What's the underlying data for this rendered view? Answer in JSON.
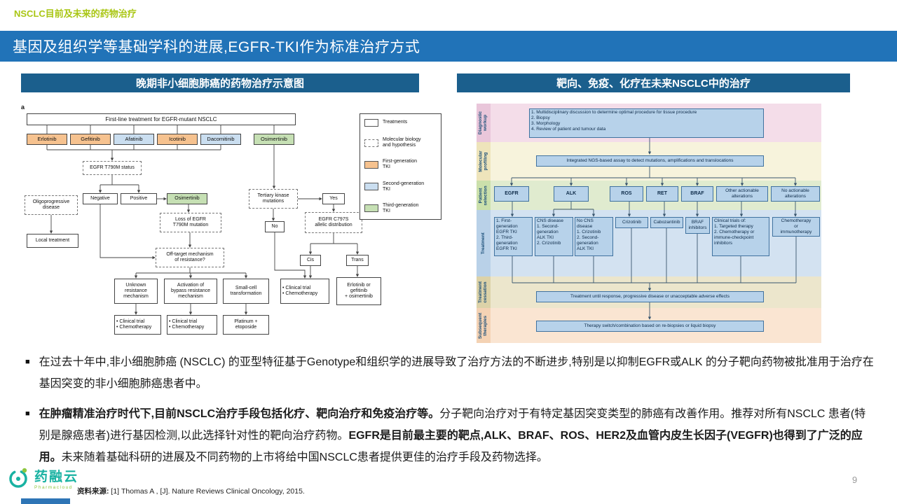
{
  "slide": {
    "eyebrow": "NSCLC目前及未来的药物治疗",
    "title": "基因及组织学等基础学科的进展,EGFR-TKI作为标准治疗方式",
    "page_number": "9"
  },
  "colors": {
    "header_blue": "#2173b8",
    "panel_header_blue": "#1b5f8d",
    "eyebrow_green": "#a9c613",
    "first_gen_tki": "#f6c28f",
    "second_gen_tki": "#cadef0",
    "third_gen_tki": "#c6e0b4",
    "logo_teal": "#19b2a2"
  },
  "left": {
    "title": "晚期非小细胞肺癌的药物治疗示意图",
    "fig_label": "a",
    "first_line": "First-line treatment for EGFR-mutant NSCLC",
    "drug1": "Erlotinib",
    "drug2": "Gefitinib",
    "drug3": "Afatinib",
    "drug4": "Icotinib",
    "drug5": "Dacomitinib",
    "drug6": "Osimertinib",
    "t790m": "EGFR T790M status",
    "negative": "Negative",
    "positive": "Positive",
    "osimertinib": "Osimertinib",
    "oligo": "Oligoprogressive\ndisease",
    "local": "Local treatment",
    "loss": "Loss of EGFR\nT790M mutation",
    "tertiary": "Tertiary kinase\nmutations",
    "yes": "Yes",
    "no": "No",
    "c797s": "EGFR C797S\nallelic distribution",
    "offtarget": "Off-target mechanism\nof resistance?",
    "cis": "Cis",
    "trans": "Trans",
    "unknown": "Unknown\nresistance\nmechanism",
    "bypass": "Activation of\nbypass resistance\nmechanism",
    "smallcell": "Small-cell\ntransformation",
    "ct1": "• Clinical trial\n• Chemotherapy",
    "ct2": "• Clinical trial\n• Chemotherapy",
    "ct3": "• Clinical trial\n• Chemotherapy",
    "platinum": "Platinum +\netoposide",
    "erlo_osi": "Erlotinib or\ngefitinib\n+ osimertinib",
    "legend": {
      "treatments": "Treatments",
      "molecular": "Molecular biology\nand hypothesis",
      "gen1": "First-generation\nTKI",
      "gen2": "Second-generation\nTKI",
      "gen3": "Third-generation\nTKI"
    }
  },
  "right": {
    "title": "靶向、免疫、化疗在未来NSCLC中的治疗",
    "labels": {
      "diagnostic": "Diagnostic\nworkup",
      "molecular": "Molecular\nprofiling",
      "patient": "Patient\nselection",
      "treatment": "Treatment",
      "cessation": "Treatment\ncessation",
      "subsequent": "Subsequent\ntherapies"
    },
    "diagnostic_box": "1. Multidisciplinary discussion to determine optimal procedure for tissue procedure\n2. Biopsy\n3. Morphology\n4. Review of patient and tumour data",
    "ngs_box": "Integrated NGS-based assay to detect mutations, amplifications and translocations",
    "sel_egfr": "EGFR",
    "sel_alk": "ALK",
    "sel_ros": "ROS",
    "sel_ret": "RET",
    "sel_braf": "BRAF",
    "sel_other": "Other actionable\nalterations",
    "sel_none": "No actionable\nalterations",
    "tx1": "1. First-\ngeneration\nEGFR TKI\n2. Third-\ngeneration\nEGFR TKI",
    "tx2": "CNS disease\n1. Second-\ngeneration\nALK TKI\n2. Crizotinib",
    "tx3": "No CNS\ndisease\n1. Crizotinib\n2. Second-\ngeneration\nALK TKI",
    "tx4": "Crizotinib",
    "tx5": "Cabozantinib",
    "tx6": "BRAF\ninhibitors",
    "tx7": "Clinical trials of:\n1. Targeted therapy\n2. Chemotherapy or\nimmune-checkpoint\ninhibitors",
    "tx8": "Chemotherapy\nor\nimmunotherapy",
    "cessation_box": "Treatment until response, progressive disease or unacceptable adverse effects",
    "subsequent_box": "Therapy switch/combination based on re-biopsies or liquid biopsy"
  },
  "bullets": {
    "marker": "■",
    "b1": "在过去十年中,非小细胞肺癌 (NSCLC) 的亚型特征基于Genotype和组织学的进展导致了治疗方法的不断进步,特别是以抑制EGFR或ALK 的分子靶向药物被批准用于治疗在基因突变的非小细胞肺癌患者中。",
    "b2_bold1": "在肿瘤精准治疗时代下,目前NSCLC治疗手段包括化疗、靶向治疗和免疫治疗等。",
    "b2_reg1": "分子靶向治疗对于有特定基因突变类型的肺癌有改善作用。推荐对所有NSCLC 患者(特别是腺癌患者)进行基因检测,以此选择针对性的靶向治疗药物。",
    "b2_bold2": "EGFR是目前最主要的靶点,ALK、BRAF、ROS、HER2及血管内皮生长因子(VEGFR)也得到了广泛的应用。",
    "b2_reg2": "未来随着基础科研的进展及不同药物的上市将给中国NSCLC患者提供更佳的治疗手段及药物选择。"
  },
  "footer": {
    "source_label": "资料来源:",
    "source_text": " [1] Thomas A , [J]. Nature Reviews Clinical Oncology, 2015.",
    "logo_name": "药融云",
    "logo_sub": "Pharmacloud"
  }
}
